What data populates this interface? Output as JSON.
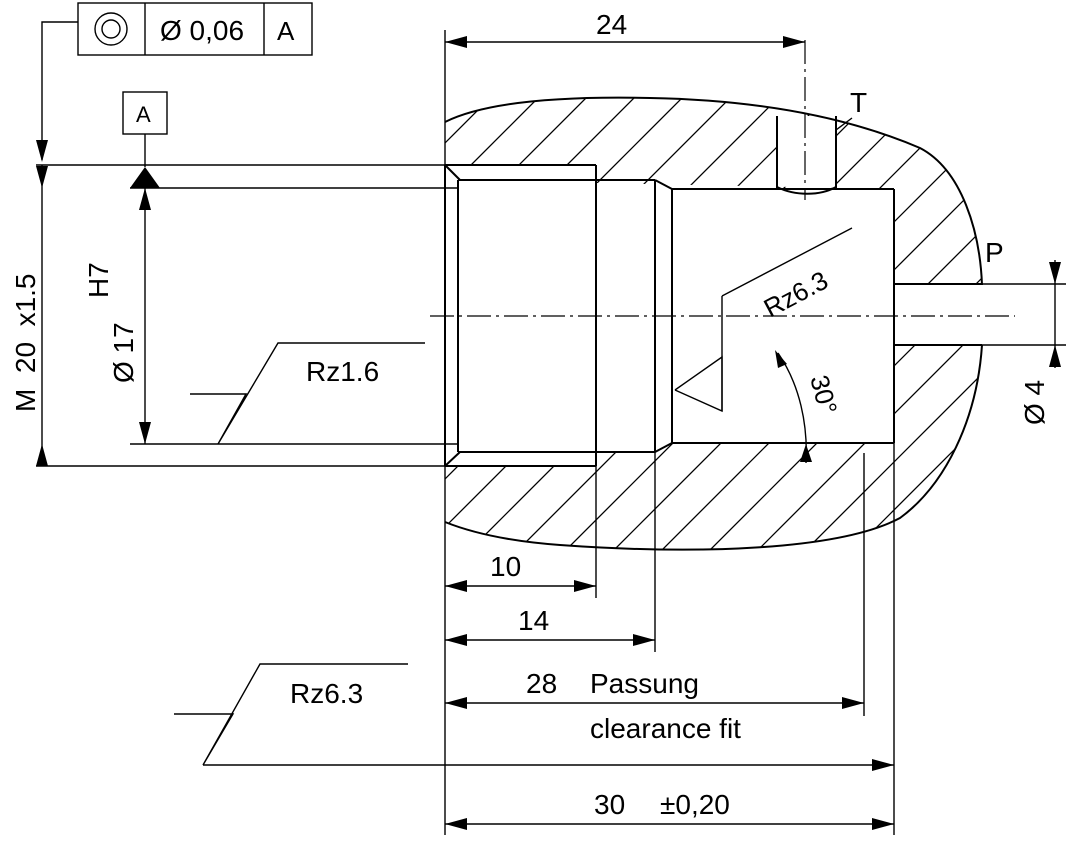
{
  "tolerance_frame": {
    "symbol": "concentricity",
    "value": "Ø 0,06",
    "datum": "A"
  },
  "datum_label": "A",
  "dimensions": {
    "thread": "M  20  x1.5",
    "bore_fit": "H7",
    "bore_diameter": "Ø 17",
    "port_diameter": "Ø 4",
    "top_length": "24",
    "len_10": "10",
    "len_14": "14",
    "len_28": "28",
    "fit_de": "Passung",
    "fit_en": "clearance fit",
    "len_30": "30",
    "tol_30": "±0,20",
    "cone_angle": "30°"
  },
  "surface_finish": {
    "bore": "Rz1.6",
    "cone": "Rz6.3",
    "general": "Rz6.3"
  },
  "ports": {
    "tank": "T",
    "pressure": "P"
  }
}
